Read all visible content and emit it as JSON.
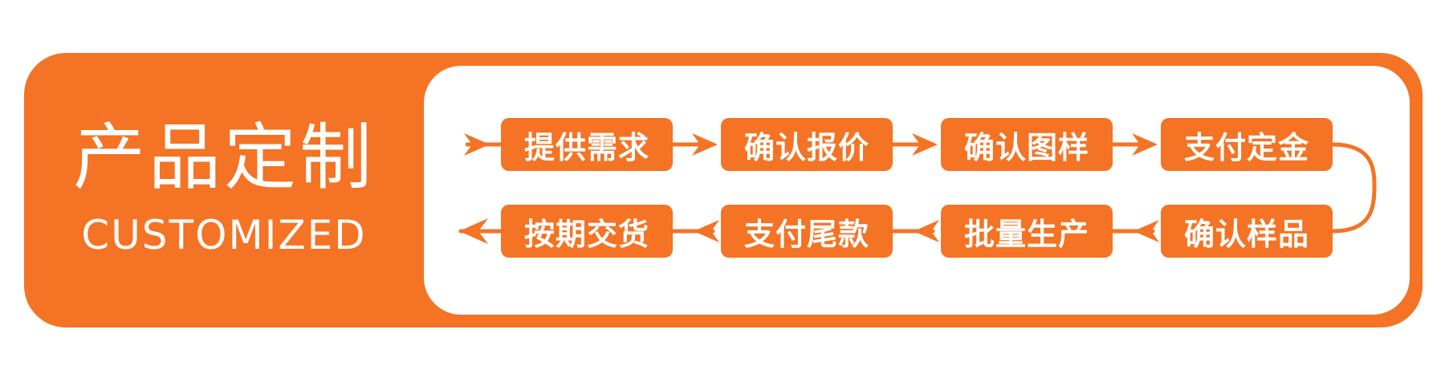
{
  "title": {
    "chinese": "产品定制",
    "english": "CUSTOMIZED"
  },
  "colors": {
    "accent": "#f47324",
    "panel": "#ffffff",
    "text_on_accent": "#ffffff"
  },
  "flow": {
    "top_row": [
      "提供需求",
      "确认报价",
      "确认图样",
      "支付定金"
    ],
    "bottom_row": [
      "按期交货",
      "支付尾款",
      "批量生产",
      "确认样品"
    ]
  }
}
